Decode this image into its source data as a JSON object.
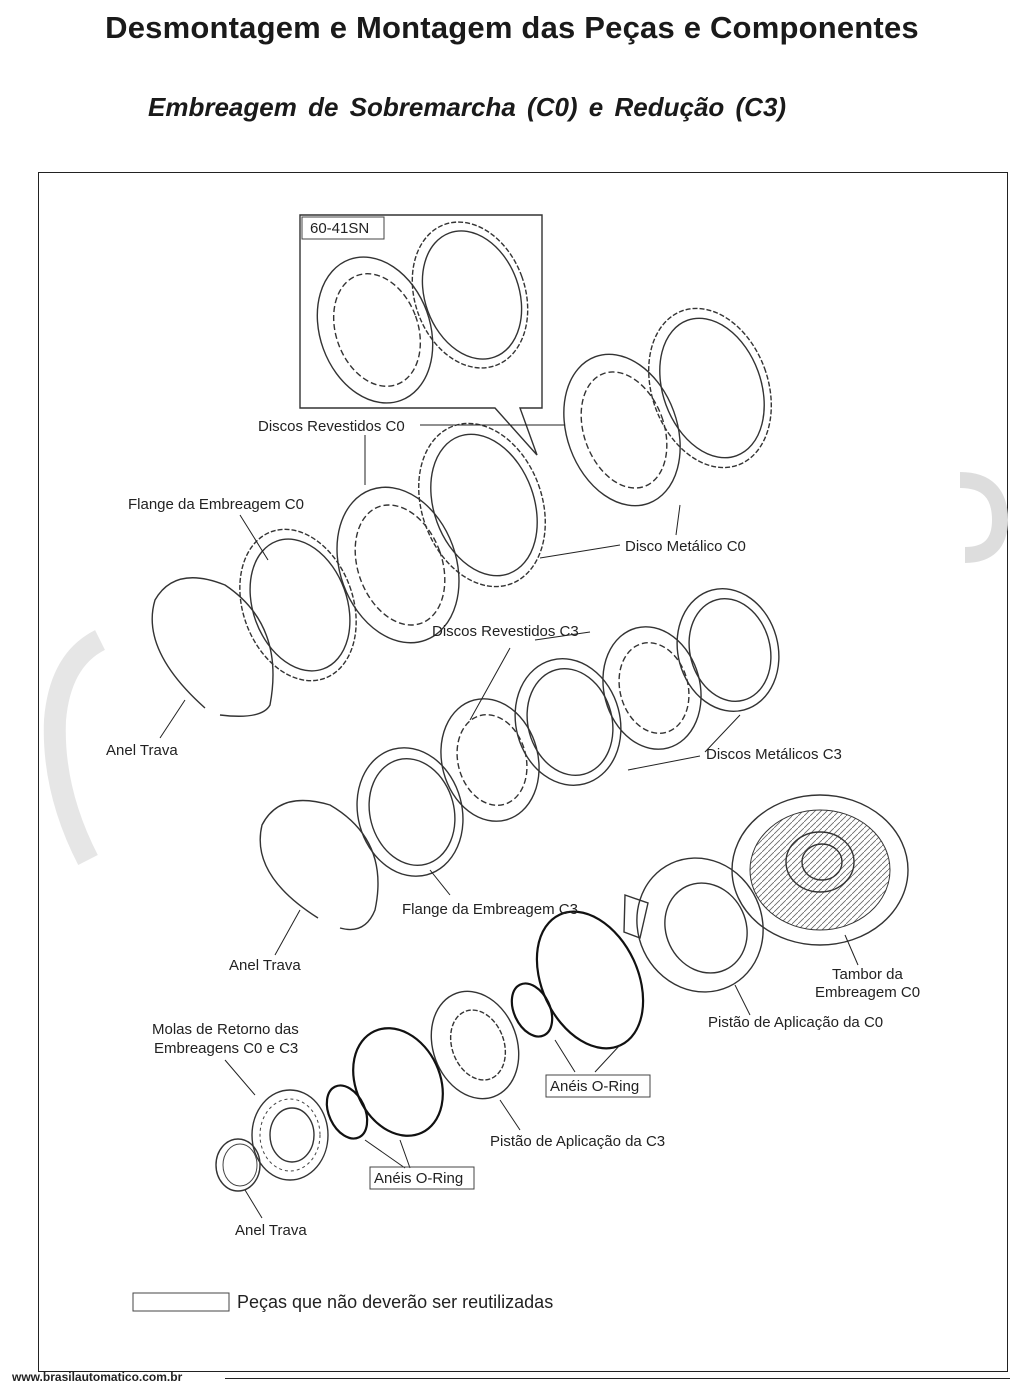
{
  "header": {
    "title": "Desmontagem e Montagem das Peças e Componentes",
    "subtitle": "Embreagem de Sobremarcha (C0) e Redução (C3)"
  },
  "diagram": {
    "inset_code": "60-41SN",
    "labels": {
      "discos_revestidos_c0": "Discos Revestidos C0",
      "flange_c0": "Flange da Embreagem C0",
      "disco_metalico_c0": "Disco Metálico C0",
      "discos_revestidos_c3": "Discos Revestidos C3",
      "anel_trava_1": "Anel Trava",
      "discos_metalicos_c3": "Discos Metálicos C3",
      "flange_c3": "Flange da Embreagem C3",
      "anel_trava_2": "Anel Trava",
      "tambor_line1": "Tambor da",
      "tambor_line2": "Embreagem C0",
      "pistao_c0": "Pistão de Aplicação da C0",
      "molas_line1": "Molas de Retorno das",
      "molas_line2": "Embreagens C0 e C3",
      "aneis_oring_1": "Anéis O-Ring",
      "pistao_c3": "Pistão de Aplicação da C3",
      "aneis_oring_2": "Anéis O-Ring",
      "anel_trava_3": "Anel Trava"
    },
    "legend": "Peças que não deverão ser reutilizadas"
  },
  "footer": {
    "site": "www.brasilautomatico.com.br"
  }
}
